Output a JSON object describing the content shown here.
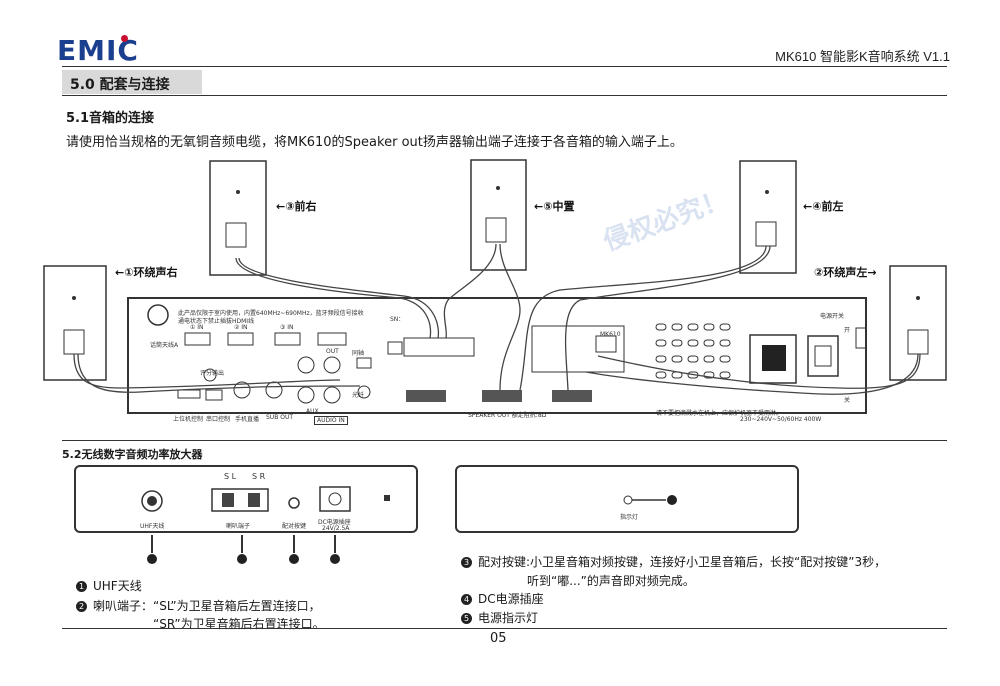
{
  "header": {
    "logo_text": "EMIC",
    "title": "MK610 智能影K音响系统 V1.1"
  },
  "section": {
    "title": "5.0 配套与连接",
    "sub1": {
      "title": "5.1音箱的连接",
      "desc": "请使用恰当规格的无氧铜音频电缆，将MK610的Speaker out扬声器输出端子连接于各音箱的输入端子上。",
      "speaker_labels": {
        "front_right": "←③前右",
        "center": "←⑤中置",
        "front_left": "←④前左",
        "surround_right": "←①环绕声右",
        "surround_left": "②环绕声左→"
      },
      "panel_texts": {
        "hdmi_note": "此产品仅限于室内使用，内置640MHz~690MHz，蓝牙频段信号接收",
        "hdmi_note2": "通电状态下禁止插拔HDMI线",
        "in1": "① IN",
        "in2": "② IN",
        "in3": "③ IN",
        "out": "OUT",
        "antenna": "话筒天线A",
        "usb": "上位机控制",
        "serial": "串口控制",
        "mic": "手机直播",
        "sub_out": "SUB OUT",
        "aux": "AUX",
        "audio_in": "AUDIO IN",
        "sn": "SN：",
        "speaker_out": "SPEAKER OUT 额定阻抗:8Ω",
        "power_switch": "电源开关",
        "on": "开",
        "off": "关",
        "power_rating": "230~240V~50/60Hz 400W",
        "warning": "请不要把滴溅水在机上，应保护机器不受雨淋。",
        "model": "MK610",
        "coax": "同轴",
        "optical": "光纤",
        "eval": "评分输出"
      }
    },
    "sub2": {
      "title": "5.2无线数字音频功率放大器",
      "panel": {
        "sl": "S L",
        "sr": "S R",
        "uhf": "UHF天线",
        "speaker_port": "喇叭端子",
        "pair_button": "配对按键",
        "dc_jack": "DC电源插座",
        "dc_rating": "24V/2.5A",
        "indicator": "指示灯"
      },
      "callout_numbers": [
        "1",
        "2",
        "3",
        "4",
        "5"
      ],
      "notes_left": [
        {
          "num": "1",
          "text": "UHF天线"
        },
        {
          "num": "2",
          "text": "喇叭端子：“SL”为卫星音箱后左置连接口，"
        },
        {
          "num": "",
          "text": "“SR”为卫星音箱后右置连接口。"
        }
      ],
      "notes_right": [
        {
          "num": "3",
          "text": "配对按键:小卫星音箱对频按键，连接好小卫星音箱后，长按“配对按键”3秒，"
        },
        {
          "num": "",
          "text": "听到“嘟...”的声音即对频完成。"
        },
        {
          "num": "4",
          "text": "DC电源插座"
        },
        {
          "num": "5",
          "text": "电源指示灯"
        }
      ]
    }
  },
  "watermark": "侵权必究！",
  "page_number": "05",
  "colors": {
    "logo_blue": "#1a3f8f",
    "logo_red": "#c8102e",
    "section_bg": "#d9d9d9"
  }
}
